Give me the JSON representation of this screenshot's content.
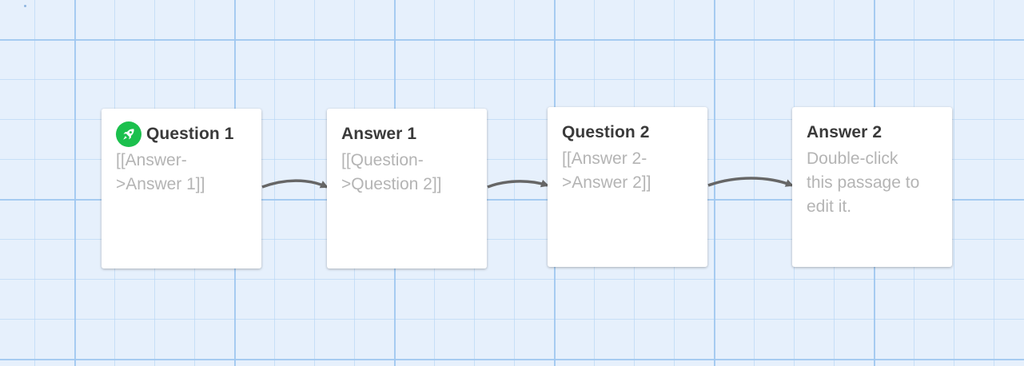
{
  "story_map": {
    "passages": [
      {
        "id": "q1",
        "title": "Question 1",
        "excerpt": "[[Answer-\n>Answer 1]]",
        "start_passage": true,
        "start_icon": "rocket-icon"
      },
      {
        "id": "a1",
        "title": "Answer 1",
        "excerpt": "[[Question-\n>Question 2]]",
        "start_passage": false
      },
      {
        "id": "q2",
        "title": "Question 2",
        "excerpt": "[[Answer 2-\n>Answer 2]]",
        "start_passage": false
      },
      {
        "id": "a2",
        "title": "Answer 2",
        "excerpt": "Double-click\nthis passage to\nedit it.",
        "start_passage": false
      }
    ],
    "links": [
      {
        "from": "Question 1",
        "to": "Answer 1"
      },
      {
        "from": "Answer 1",
        "to": "Question 2"
      },
      {
        "from": "Question 2",
        "to": "Answer 2"
      }
    ],
    "colors": {
      "background": "#e6f0fc",
      "grid_line": "#a0c8f0",
      "card": "#ffffff",
      "title_text": "#3a3a3a",
      "excerpt_text": "#b4b4b4",
      "start_badge": "#1bc04d",
      "arrow": "#666666"
    }
  }
}
